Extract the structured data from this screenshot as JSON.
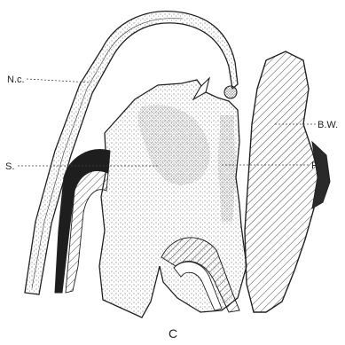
{
  "figure": {
    "letter": "C",
    "labels": {
      "nc": "N.c.",
      "s": "S.",
      "bw": "B.W.",
      "r": "R."
    }
  }
}
